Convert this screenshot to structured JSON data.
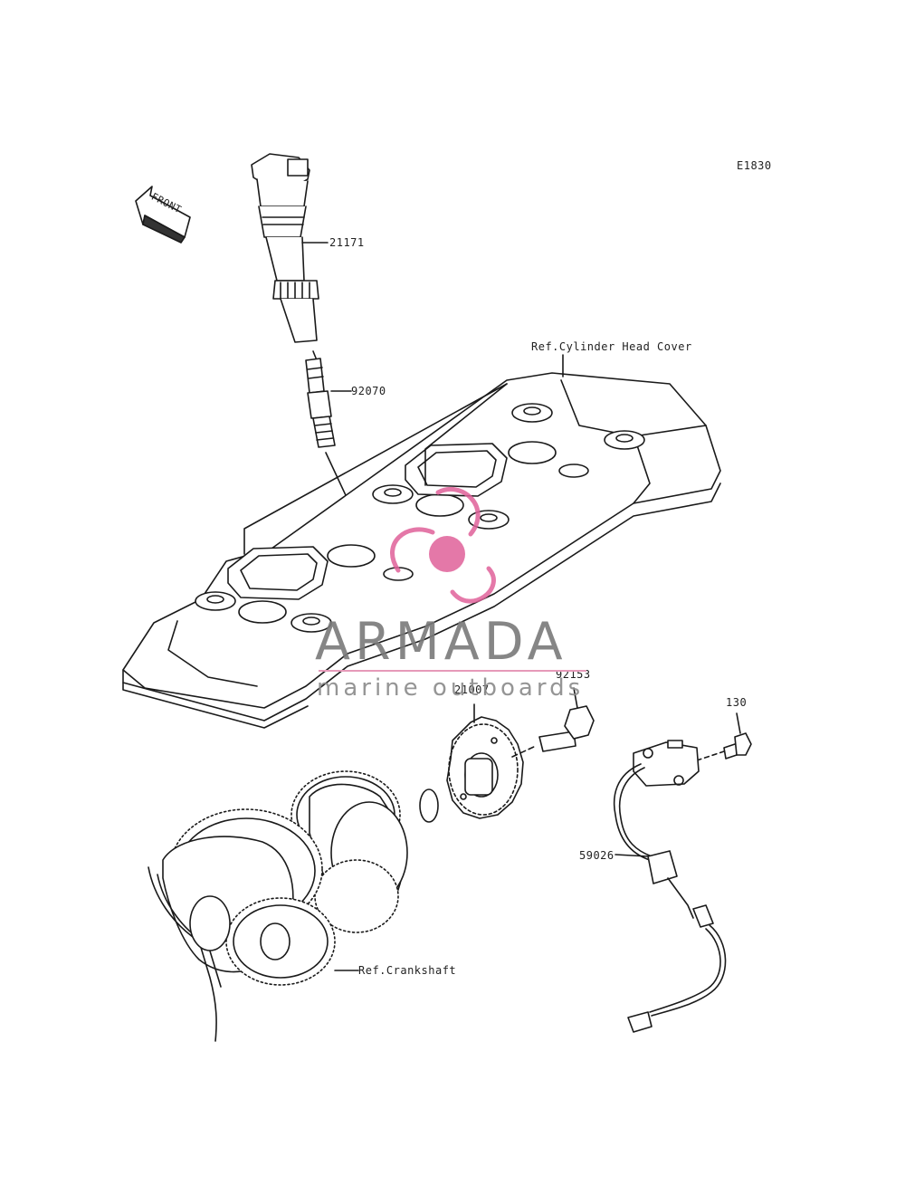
{
  "diagram_code": "E1830",
  "front_label": "FRONT",
  "parts": [
    {
      "number": "21171"
    },
    {
      "number": "92070"
    },
    {
      "number": "21007"
    },
    {
      "number": "92153"
    },
    {
      "number": "130"
    },
    {
      "number": "59026"
    }
  ],
  "references": {
    "cylinder_head_cover": "Ref.Cylinder Head Cover",
    "crankshaft": "Ref.Crankshaft"
  },
  "watermark": {
    "brand": "ARMADA",
    "tagline": "marine outboards",
    "accent_color": "#e0619a"
  }
}
